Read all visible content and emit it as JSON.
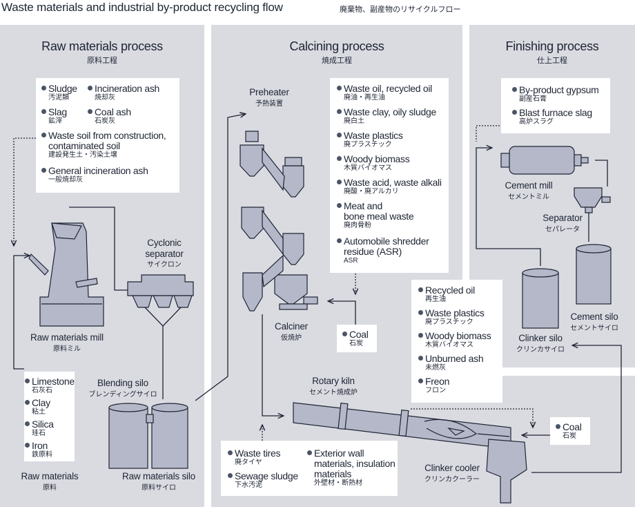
{
  "header": {
    "title": "Waste materials and industrial by-product recycling flow",
    "subtitle": "廃棄物、副産物のリサイクルフロー"
  },
  "panels": {
    "raw": {
      "title": "Raw materials process",
      "title_jp": "原料工程"
    },
    "calcining": {
      "title": "Calcining process",
      "title_jp": "焼成工程"
    },
    "finishing": {
      "title": "Finishing process",
      "title_jp": "仕上工程"
    }
  },
  "raw_waste_box": {
    "col1": [
      {
        "en": "Sludge",
        "jp": "汚泥類"
      },
      {
        "en": "Slag",
        "jp": "鉱滓"
      }
    ],
    "col2": [
      {
        "en": "Incineration ash",
        "jp": "焼却灰"
      },
      {
        "en": "Coal ash",
        "jp": "石炭灰"
      }
    ],
    "wide": [
      {
        "en": "Waste soil  from construction,",
        "en2": "contaminated soil",
        "jp": "建設発生土・汚染土壌"
      },
      {
        "en": "General incineration ash",
        "jp": "一般焼却灰"
      }
    ]
  },
  "raw_materials_box": {
    "items": [
      {
        "en": "Limestone",
        "jp": "石灰石"
      },
      {
        "en": "Clay",
        "jp": "粘土"
      },
      {
        "en": "Silica",
        "jp": "珪石"
      },
      {
        "en": "Iron",
        "jp": "鉄原料"
      }
    ]
  },
  "calcining_waste_box": {
    "items": [
      {
        "en": "Waste oil, recycled oil",
        "jp": "廃油・再生油"
      },
      {
        "en": "Waste clay, oily sludge",
        "jp": "廃白土"
      },
      {
        "en": "Waste plastics",
        "jp": "廃プラスチック"
      },
      {
        "en": "Woody biomass",
        "jp": "木質バイオマス"
      },
      {
        "en": "Waste acid, waste alkali",
        "jp": "廃酸・廃アルカリ"
      },
      {
        "en": "Meat and",
        "en2": "bone meal waste",
        "jp": "廃肉骨粉"
      },
      {
        "en": "Automobile shredder",
        "en2": "residue (ASR)",
        "jp": "ASR"
      }
    ]
  },
  "finishing_box": {
    "items": [
      {
        "en": "By-product gypsum",
        "jp": "副産石膏"
      },
      {
        "en": "Blast furnace slag",
        "jp": "高炉スラグ"
      }
    ]
  },
  "kiln_box": {
    "items": [
      {
        "en": "Recycled oil",
        "jp": "再生油"
      },
      {
        "en": "Waste plastics",
        "jp": "廃プラスチック"
      },
      {
        "en": "Woody biomass",
        "jp": "木質バイオマス"
      },
      {
        "en": "Unburned ash",
        "jp": "未燃灰"
      },
      {
        "en": "Freon",
        "jp": "フロン"
      }
    ]
  },
  "bottom_box": {
    "col1": [
      {
        "en": "Waste tires",
        "jp": "廃タイヤ"
      },
      {
        "en": "Sewage sludge",
        "jp": "下水汚泥"
      }
    ],
    "col2": [
      {
        "en": "Exterior wall",
        "en2": "materials, insulation",
        "en3": "materials",
        "jp": "外壁材・断熱材"
      }
    ]
  },
  "coal_boxes": {
    "calciner": {
      "en": "Coal",
      "jp": "石炭"
    },
    "kiln": {
      "en": "Coal",
      "jp": "石炭"
    }
  },
  "labels": {
    "raw_mill": {
      "en": "Raw materials mill",
      "jp": "原料ミル"
    },
    "cyclonic": {
      "en1": "Cyclonic",
      "en2": "separator",
      "jp": "サイクロン"
    },
    "blending": {
      "en": "Blending silo",
      "jp": "ブレンディングサイロ"
    },
    "raw_materials": {
      "en": "Raw materials",
      "jp": "原料"
    },
    "raw_silo": {
      "en": "Raw materials silo",
      "jp": "原料サイロ"
    },
    "preheater": {
      "en": "Preheater",
      "jp": "予熱装置"
    },
    "calciner": {
      "en": "Calciner",
      "jp": "仮焼炉"
    },
    "rotary_kiln": {
      "en": "Rotary kiln",
      "jp": "セメント焼成炉"
    },
    "clinker_cooler": {
      "en": "Clinker cooler",
      "jp": "クリンカクーラー"
    },
    "cement_mill": {
      "en": "Cement mill",
      "jp": "セメントミル"
    },
    "separator": {
      "en": "Separator",
      "jp": "セパレータ"
    },
    "clinker_silo": {
      "en": "Clinker silo",
      "jp": "クリンカサイロ"
    },
    "cement_silo": {
      "en": "Cement silo",
      "jp": "セメントサイロ"
    }
  },
  "colors": {
    "panel": "#dadbe1",
    "equipment": "#b5b8c8",
    "stroke": "#1d2433",
    "bullet": "#4a5466"
  }
}
